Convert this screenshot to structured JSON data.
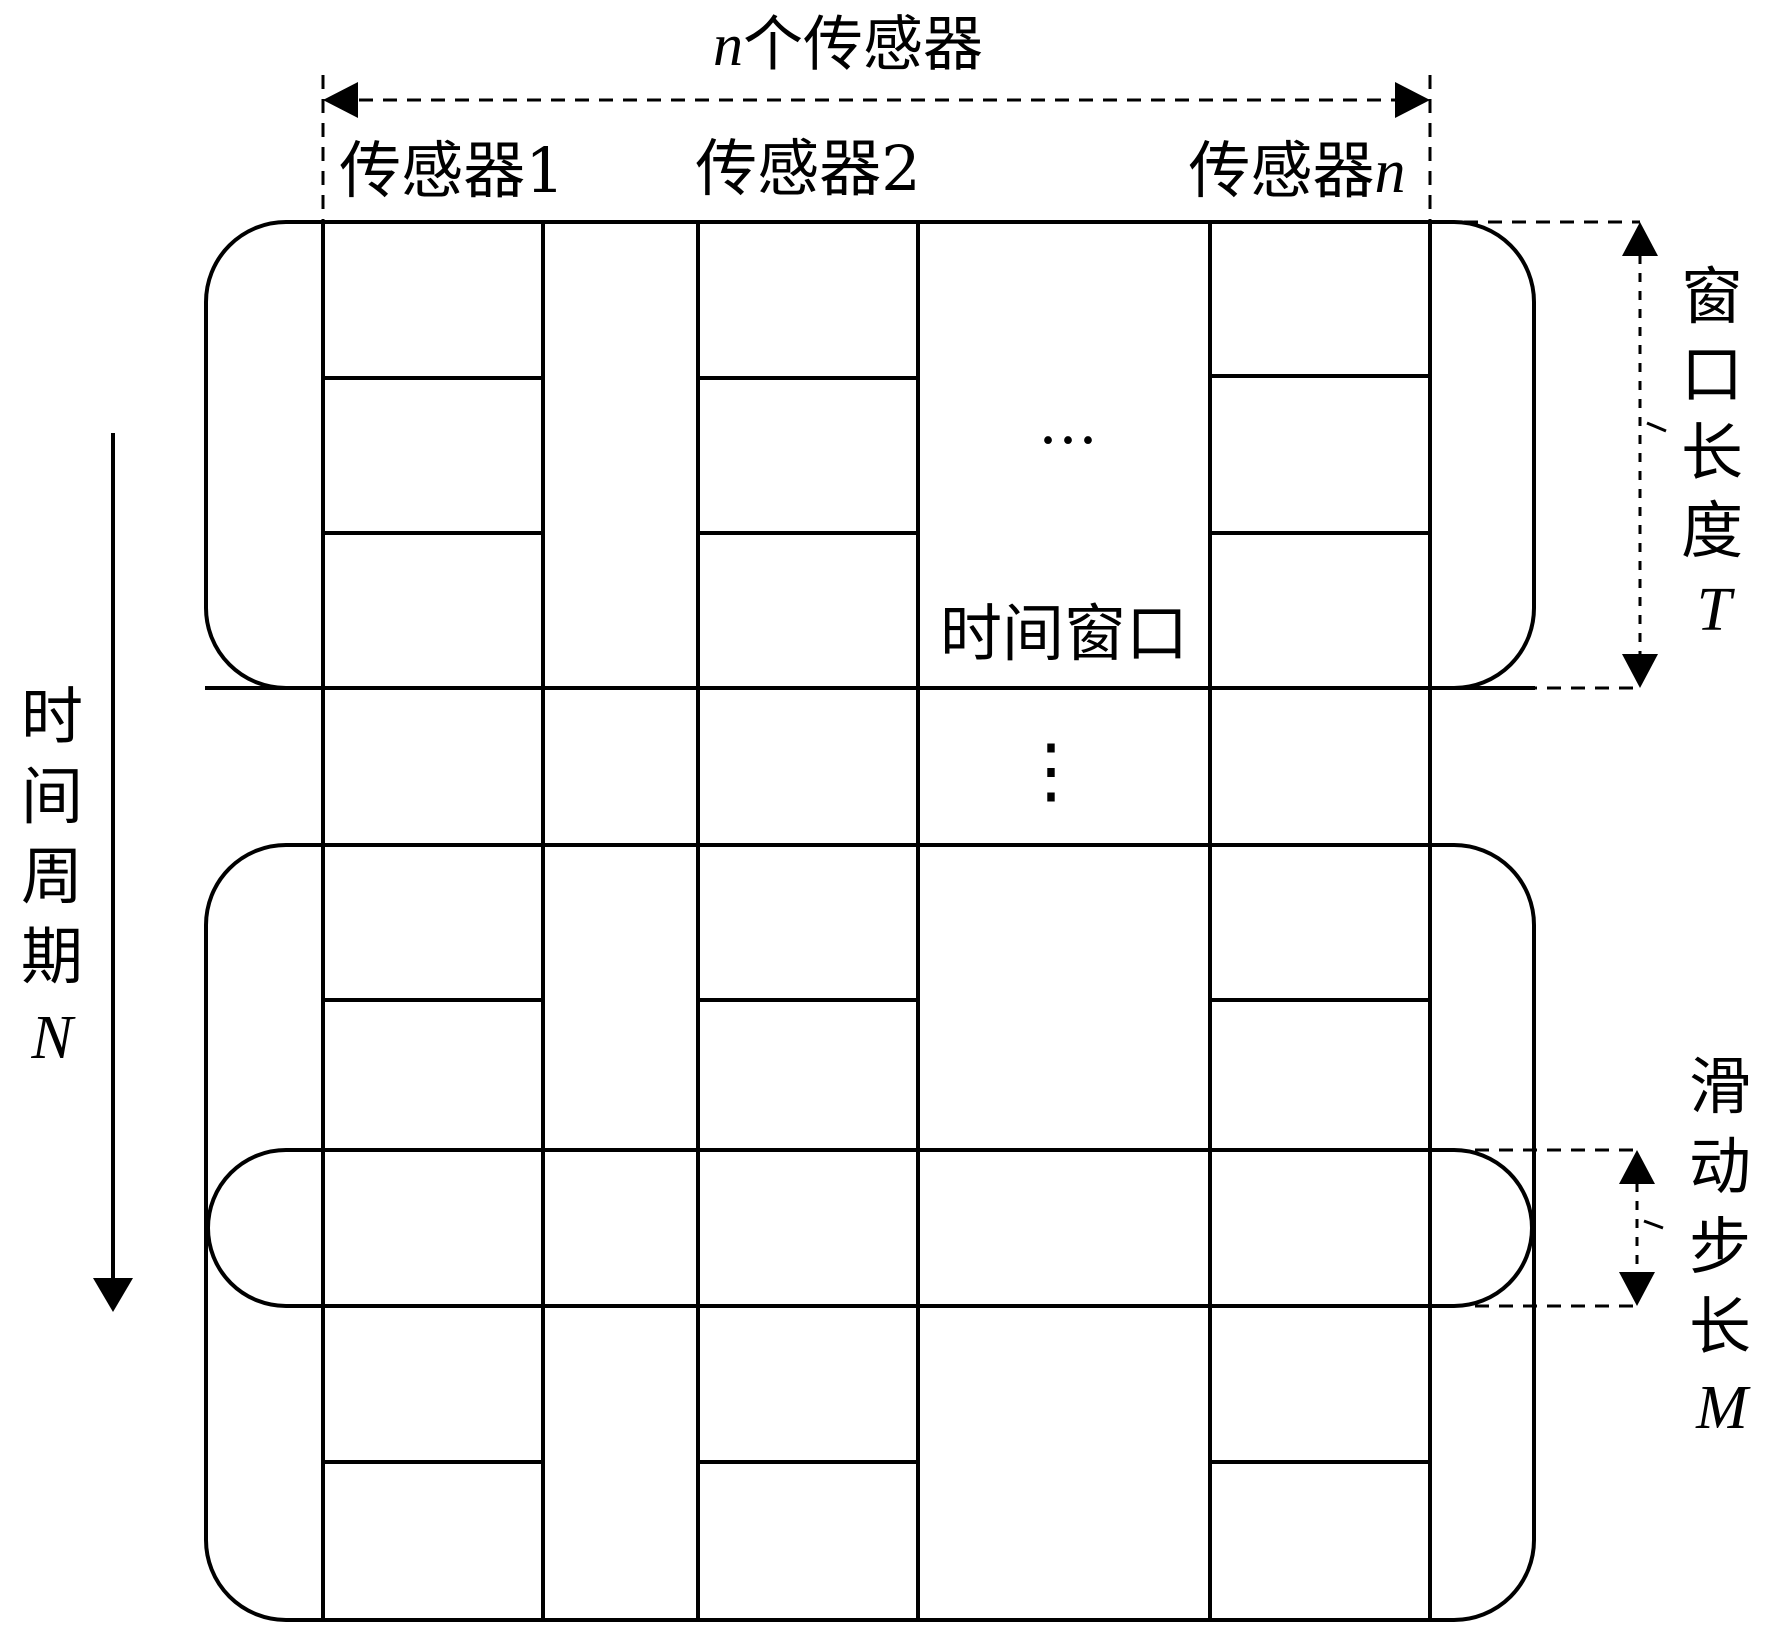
{
  "header": {
    "n_var": "n",
    "n_suffix": "个传感器"
  },
  "sensors": [
    {
      "prefix": "传感器",
      "suffix": "1",
      "suffix_italic": false
    },
    {
      "prefix": "传感器",
      "suffix": "2",
      "suffix_italic": false
    },
    {
      "prefix": "传感器",
      "suffix": "n",
      "suffix_italic": true
    }
  ],
  "ellipsis_horizontal": "…",
  "ellipsis_vertical": "⋮",
  "time_window_label": "时间窗口",
  "time_period": {
    "chars": [
      "时",
      "间",
      "周",
      "期"
    ],
    "var": "N"
  },
  "window_length": {
    "chars": [
      "窗",
      "口",
      "长",
      "度"
    ],
    "var": "T",
    "tick": "I"
  },
  "sliding_step": {
    "chars": [
      "滑",
      "动",
      "步",
      "长"
    ],
    "var": "M",
    "tick": "I"
  }
}
